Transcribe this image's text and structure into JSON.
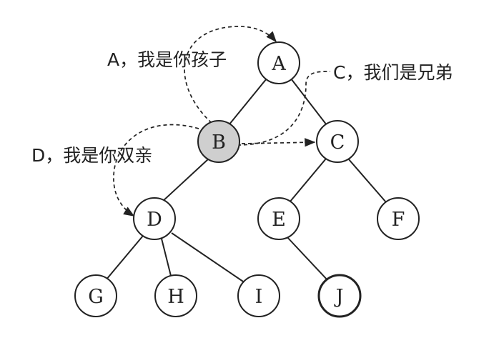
{
  "nodes": {
    "A": {
      "label": "A",
      "state": "normal"
    },
    "B": {
      "label": "B",
      "state": "highlighted"
    },
    "C": {
      "label": "C",
      "state": "normal"
    },
    "D": {
      "label": "D",
      "state": "normal"
    },
    "E": {
      "label": "E",
      "state": "normal"
    },
    "F": {
      "label": "F",
      "state": "normal"
    },
    "G": {
      "label": "G",
      "state": "normal"
    },
    "H": {
      "label": "H",
      "state": "normal"
    },
    "I": {
      "label": "I",
      "state": "normal"
    },
    "J": {
      "label": "J",
      "state": "bold-outline"
    }
  },
  "edges": [
    [
      "A",
      "B"
    ],
    [
      "A",
      "C"
    ],
    [
      "B",
      "D"
    ],
    [
      "C",
      "E"
    ],
    [
      "C",
      "F"
    ],
    [
      "D",
      "G"
    ],
    [
      "D",
      "H"
    ],
    [
      "D",
      "I"
    ],
    [
      "E",
      "J"
    ]
  ],
  "callouts": {
    "parent": "A，我是你孩子",
    "sibling": "C，我们是兄弟",
    "child": "D，我是你双亲"
  },
  "colors": {
    "highlight_fill": "#cfcfcf",
    "line": "#222222"
  }
}
